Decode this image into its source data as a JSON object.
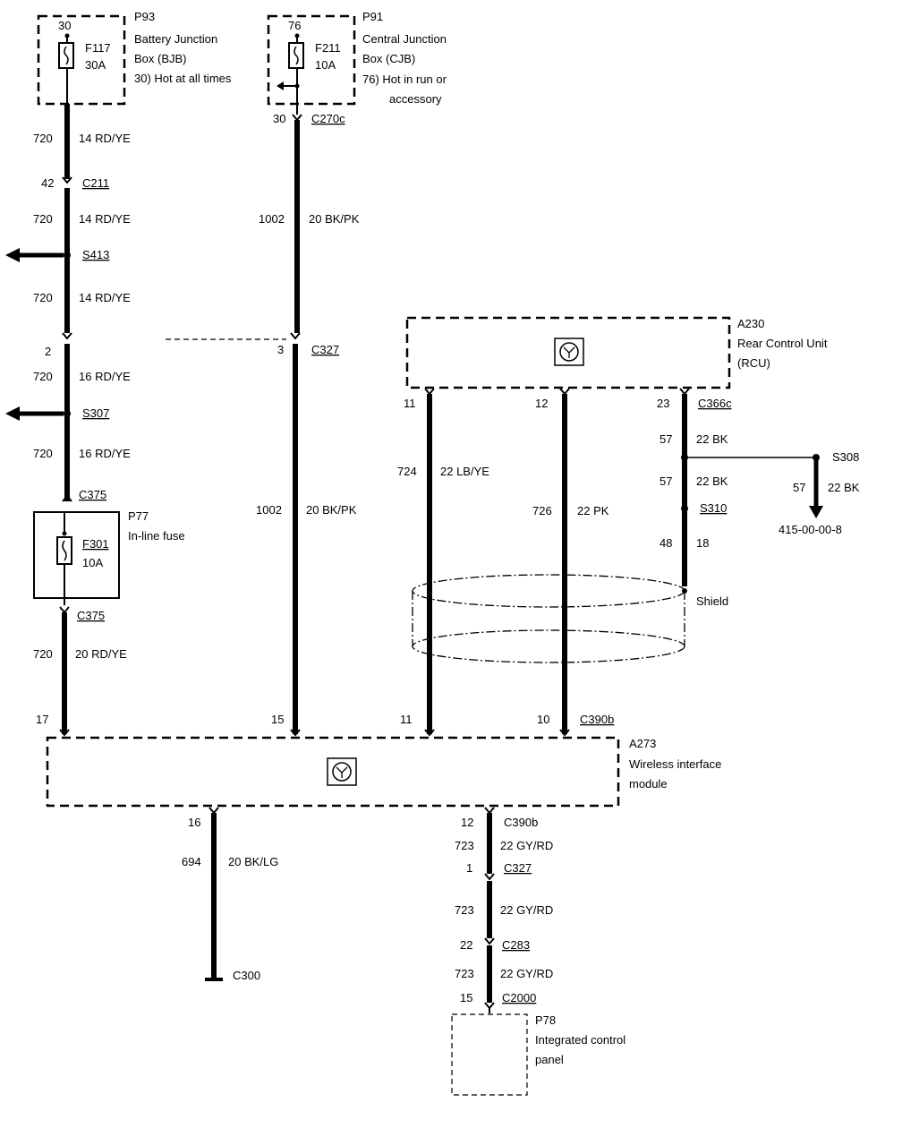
{
  "components": {
    "p93": {
      "id": "P93",
      "line1": "Battery Junction",
      "line2": "Box (BJB)",
      "line3": "30)   Hot at all times",
      "pin": "30",
      "fuse": "F117",
      "rating": "30A"
    },
    "p91": {
      "id": "P91",
      "line1": "Central Junction",
      "line2": "Box (CJB)",
      "line3": "76)   Hot in run or",
      "line4": "accessory",
      "pin": "76",
      "fuse": "F211",
      "rating": "10A"
    },
    "p77": {
      "id": "P77",
      "line1": "In-line fuse",
      "fuse": "F301",
      "rating": "10A"
    },
    "a230": {
      "id": "A230",
      "line1": "Rear Control Unit",
      "line2": "(RCU)"
    },
    "a273": {
      "id": "A273",
      "line1": "Wireless interface",
      "line2": "module"
    },
    "p78": {
      "id": "P78",
      "line1": "Integrated control",
      "line2": "panel"
    }
  },
  "labels": {
    "w1_pin": "30",
    "w1_conn": "C270c",
    "w1_circ_a": "720",
    "w1_wire_a": "14 RD/YE",
    "w1_c211_pin": "42",
    "w1_c211": "C211",
    "w1_circ_b": "720",
    "w1_wire_b": "14 RD/YE",
    "w1_s413": "S413",
    "w1_circ_c": "720",
    "w1_wire_c": "14 RD/YE",
    "w1_c327_pin": "2",
    "w1_c327": "C327",
    "w1_circ_d": "720",
    "w1_wire_d": "16 RD/YE",
    "w1_s307": "S307",
    "w1_circ_e": "720",
    "w1_wire_e": "16 RD/YE",
    "w1_c375_top": "C375",
    "w1_c375_bot": "C375",
    "w1_circ_f": "720",
    "w1_wire_f": "20 RD/YE",
    "w1_pin_end": "17",
    "w2_circ_a": "1002",
    "w2_wire_a": "20 BK/PK",
    "w2_c327_pin": "3",
    "w2_circ_b": "1002",
    "w2_wire_b": "20 BK/PK",
    "w2_pin_end": "15",
    "w3_pin_top": "11",
    "w3_circ": "724",
    "w3_wire": "22 LB/YE",
    "w3_pin_end": "11",
    "w4_pin_top": "12",
    "w4_circ": "726",
    "w4_wire": "22 PK",
    "w4_pin_end": "10",
    "w4_conn": "C390b",
    "w5_pin_top": "23",
    "w5_conn": "C366c",
    "w5_circ_a": "57",
    "w5_wire_a": "22 BK",
    "w5_s308": "S308",
    "w5_circ_b": "57",
    "w5_wire_b": "22 BK",
    "w5_s310": "S310",
    "w5_circ_c": "48",
    "w5_wire_c": "18",
    "w5_shield": "Shield",
    "w6_circ": "57",
    "w6_wire": "22 BK",
    "w6_ref": "415-00-00-8",
    "w7_pin": "16",
    "w7_circ": "694",
    "w7_wire": "20 BK/LG",
    "w7_ground": "C300",
    "w8_pin": "12",
    "w8_conn": "C390b",
    "w8_circ_a": "723",
    "w8_wire_a": "22 GY/RD",
    "w8_c327_pin": "1",
    "w8_c327": "C327",
    "w8_circ_b": "723",
    "w8_wire_b": "22 GY/RD",
    "w8_c283_pin": "22",
    "w8_c283": "C283",
    "w8_circ_c": "723",
    "w8_wire_c": "22 GY/RD",
    "w8_c2000_pin": "15",
    "w8_c2000": "C2000"
  }
}
